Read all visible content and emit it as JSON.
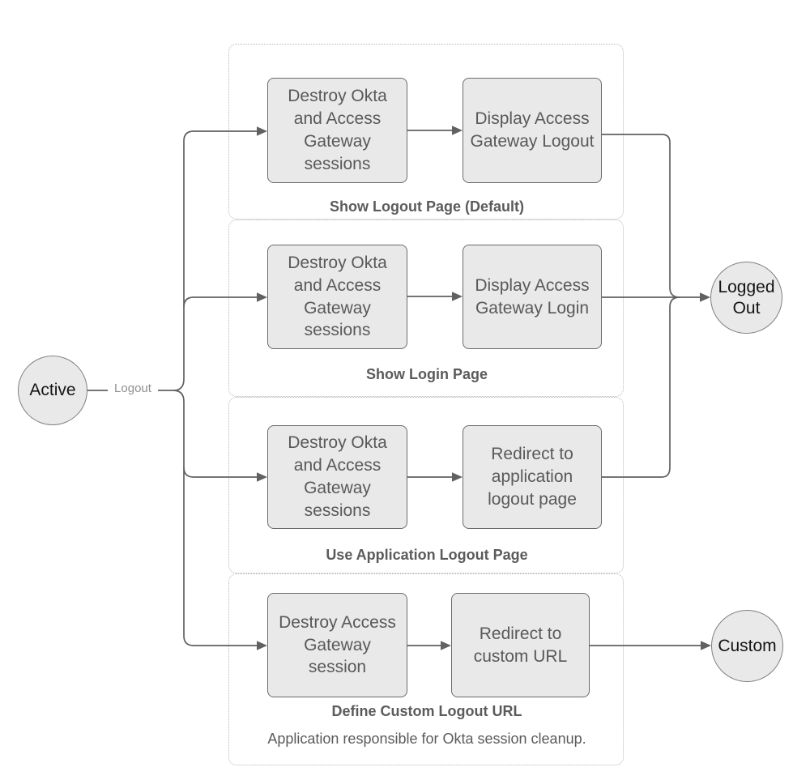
{
  "diagram": {
    "start_node": {
      "label": "Active"
    },
    "edge_label": "Logout",
    "end_nodes": [
      {
        "label": "Logged Out"
      },
      {
        "label": "Custom"
      }
    ],
    "lanes": [
      {
        "label": "Show Logout Page (Default)",
        "boxes": [
          "Destroy Okta and Access Gateway sessions",
          "Display Access Gateway Logout"
        ]
      },
      {
        "label": "Show Login Page",
        "boxes": [
          "Destroy Okta and Access Gateway sessions",
          "Display Access Gateway Login"
        ]
      },
      {
        "label": "Use Application Logout Page",
        "boxes": [
          "Destroy Okta and Access Gateway sessions",
          "Redirect to application logout page"
        ]
      },
      {
        "label": "Define Custom Logout URL",
        "boxes": [
          "Destroy Access Gateway session",
          "Redirect to custom URL"
        ],
        "note": "Application responsible for Okta session cleanup."
      }
    ],
    "colors": {
      "box_fill": "#e9e9e9",
      "box_border": "#6b6b6b",
      "box_text": "#595959",
      "connector": "#616161",
      "lane_border": "#b9b9b9",
      "circle_fill": "#e9e9e9",
      "circle_text": "#141414",
      "edge_label_text": "#8f8f8f"
    }
  }
}
